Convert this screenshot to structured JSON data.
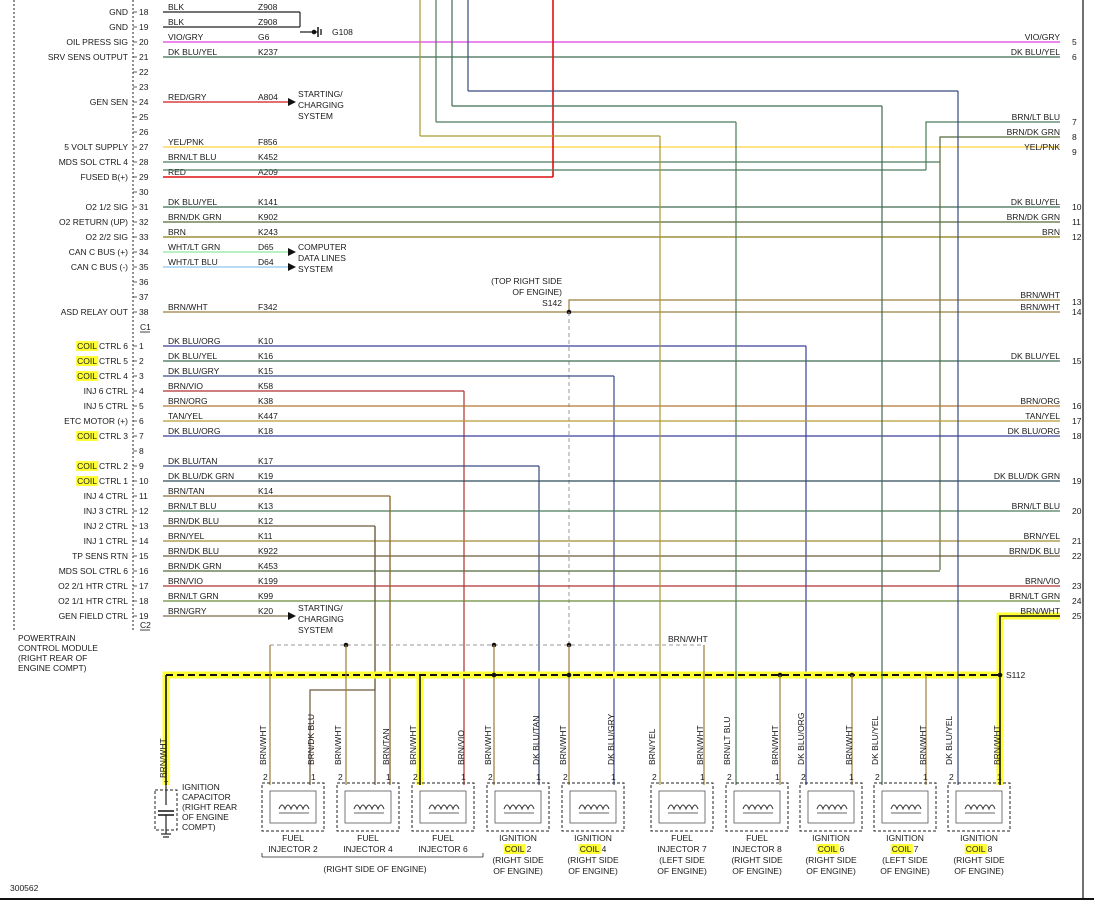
{
  "diagram_id": "300562",
  "module": {
    "name_lines": [
      "POWERTRAIN",
      "CONTROL MODULE",
      "(RIGHT REAR OF",
      "ENGINE COMPT)"
    ],
    "connectors": [
      "C1",
      "C2"
    ]
  },
  "pins_top": [
    {
      "num": "18",
      "func": "GND",
      "color": "BLK",
      "circuit": "Z908"
    },
    {
      "num": "19",
      "func": "GND",
      "color": "BLK",
      "circuit": "Z908"
    },
    {
      "num": "20",
      "func": "OIL PRESS SIG",
      "color": "VIO/GRY",
      "circuit": "G6",
      "rlabel": "VIO/GRY",
      "rnum": "5"
    },
    {
      "num": "21",
      "func": "SRV SENS OUTPUT",
      "color": "DK BLU/YEL",
      "circuit": "K237",
      "rlabel": "DK BLU/YEL",
      "rnum": "6"
    },
    {
      "num": "22",
      "func": "",
      "color": "",
      "circuit": ""
    },
    {
      "num": "23",
      "func": "",
      "color": "",
      "circuit": ""
    },
    {
      "num": "24",
      "func": "GEN SEN",
      "color": "RED/GRY",
      "circuit": "A804"
    },
    {
      "num": "25",
      "func": "",
      "color": "",
      "circuit": ""
    },
    {
      "num": "26",
      "func": "",
      "color": "",
      "circuit": ""
    },
    {
      "num": "27",
      "func": "5 VOLT SUPPLY",
      "color": "YEL/PNK",
      "circuit": "F856"
    },
    {
      "num": "28",
      "func": "MDS SOL CTRL 4",
      "color": "BRN/LT BLU",
      "circuit": "K452"
    },
    {
      "num": "29",
      "func": "FUSED B(+)",
      "color": "RED",
      "circuit": "A209"
    },
    {
      "num": "30",
      "func": "",
      "color": "",
      "circuit": ""
    },
    {
      "num": "31",
      "func": "O2 1/2 SIG",
      "color": "DK BLU/YEL",
      "circuit": "K141",
      "rlabel": "DK BLU/YEL",
      "rnum": "10"
    },
    {
      "num": "32",
      "func": "O2 RETURN (UP)",
      "color": "BRN/DK GRN",
      "circuit": "K902",
      "rlabel": "BRN/DK GRN",
      "rnum": "11"
    },
    {
      "num": "33",
      "func": "O2 2/2 SIG",
      "color": "BRN",
      "circuit": "K243",
      "rlabel": "BRN",
      "rnum": "12"
    },
    {
      "num": "34",
      "func": "CAN C BUS (+)",
      "color": "WHT/LT GRN",
      "circuit": "D65"
    },
    {
      "num": "35",
      "func": "CAN C BUS (-)",
      "color": "WHT/LT BLU",
      "circuit": "D64"
    },
    {
      "num": "36",
      "func": "",
      "color": "",
      "circuit": ""
    },
    {
      "num": "37",
      "func": "",
      "color": "",
      "circuit": ""
    },
    {
      "num": "38",
      "func": "ASD RELAY OUT",
      "color": "BRN/WHT",
      "circuit": "F342"
    }
  ],
  "pins_c2": [
    {
      "num": "1",
      "hl": "COIL",
      "func": "CTRL 6",
      "color": "DK BLU/ORG",
      "circuit": "K10"
    },
    {
      "num": "2",
      "hl": "COIL",
      "func": "CTRL 5",
      "color": "DK BLU/YEL",
      "circuit": "K16",
      "rlabel": "DK BLU/YEL",
      "rnum": "15"
    },
    {
      "num": "3",
      "hl": "COIL",
      "func": "CTRL 4",
      "color": "DK BLU/GRY",
      "circuit": "K15"
    },
    {
      "num": "4",
      "hl": "",
      "func": "INJ 6 CTRL",
      "color": "BRN/VIO",
      "circuit": "K58"
    },
    {
      "num": "5",
      "hl": "",
      "func": "INJ 5 CTRL",
      "color": "BRN/ORG",
      "circuit": "K38",
      "rlabel": "BRN/ORG",
      "rnum": "16"
    },
    {
      "num": "6",
      "hl": "",
      "func": "ETC MOTOR (+)",
      "color": "TAN/YEL",
      "circuit": "K447",
      "rlabel": "TAN/YEL",
      "rnum": "17"
    },
    {
      "num": "7",
      "hl": "COIL",
      "func": "CTRL 3",
      "color": "DK BLU/ORG",
      "circuit": "K18",
      "rlabel": "DK BLU/ORG",
      "rnum": "18"
    },
    {
      "num": "8",
      "hl": "",
      "func": "",
      "color": "",
      "circuit": ""
    },
    {
      "num": "9",
      "hl": "COIL",
      "func": "CTRL 2",
      "color": "DK BLU/TAN",
      "circuit": "K17"
    },
    {
      "num": "10",
      "hl": "COIL",
      "func": "CTRL 1",
      "color": "DK BLU/DK GRN",
      "circuit": "K19",
      "rlabel": "DK BLU/DK GRN",
      "rnum": "19"
    },
    {
      "num": "11",
      "hl": "",
      "func": "INJ 4 CTRL",
      "color": "BRN/TAN",
      "circuit": "K14"
    },
    {
      "num": "12",
      "hl": "",
      "func": "INJ 3 CTRL",
      "color": "BRN/LT BLU",
      "circuit": "K13",
      "rlabel": "BRN/LT BLU",
      "rnum": "20"
    },
    {
      "num": "13",
      "hl": "",
      "func": "INJ 2 CTRL",
      "color": "BRN/DK BLU",
      "circuit": "K12"
    },
    {
      "num": "14",
      "hl": "",
      "func": "INJ 1 CTRL",
      "color": "BRN/YEL",
      "circuit": "K11",
      "rlabel": "BRN/YEL",
      "rnum": "21"
    },
    {
      "num": "15",
      "hl": "",
      "func": "TP SENS RTN",
      "color": "BRN/DK BLU",
      "circuit": "K922",
      "rlabel": "BRN/DK BLU",
      "rnum": "22"
    },
    {
      "num": "16",
      "hl": "",
      "func": "MDS SOL CTRL 6",
      "color": "BRN/DK GRN",
      "circuit": "K453"
    },
    {
      "num": "17",
      "hl": "",
      "func": "O2 2/1 HTR CTRL",
      "color": "BRN/VIO",
      "circuit": "K199",
      "rlabel": "BRN/VIO",
      "rnum": "23"
    },
    {
      "num": "18",
      "hl": "",
      "func": "O2 1/1 HTR CTRL",
      "color": "BRN/LT GRN",
      "circuit": "K99",
      "rlabel": "BRN/LT GRN",
      "rnum": "24"
    },
    {
      "num": "19",
      "hl": "",
      "func": "GEN FIELD CTRL",
      "color": "BRN/GRY",
      "circuit": "K20"
    }
  ],
  "right_extra": [
    {
      "label": "BRN/LT BLU",
      "num": "7"
    },
    {
      "label": "BRN/DK GRN",
      "num": "8"
    },
    {
      "label": "YEL/PNK",
      "num": "9"
    },
    {
      "label": "BRN/WHT",
      "num": "13"
    },
    {
      "label": "BRN/WHT",
      "num": "14"
    },
    {
      "label": "BRN/WHT",
      "num": "25"
    }
  ],
  "refs": {
    "g108": "G108",
    "starting_top": [
      "STARTING/",
      "CHARGING",
      "SYSTEM"
    ],
    "computer": [
      "COMPUTER",
      "DATA LINES",
      "SYSTEM"
    ],
    "starting_bottom": [
      "STARTING/",
      "CHARGING",
      "SYSTEM"
    ],
    "s142": [
      "(TOP RIGHT SIDE",
      "OF ENGINE)",
      "S142"
    ],
    "s112": "S112",
    "splice_wire": "BRN/WHT"
  },
  "components": [
    {
      "labels": [
        "IGNITION",
        "CAPACITOR",
        "(RIGHT REAR",
        "OF ENGINE",
        "COMPT)"
      ],
      "wire": "BRN/WHT"
    },
    {
      "line1": "FUEL",
      "hl": "",
      "rest": "INJECTOR 2",
      "sub": [],
      "w2": "BRN/WHT",
      "w1": "BRN/DK BLU"
    },
    {
      "line1": "FUEL",
      "hl": "",
      "rest": "INJECTOR 4",
      "sub": [],
      "w2": "BRN/WHT",
      "w1": "BRN/TAN"
    },
    {
      "line1": "FUEL",
      "hl": "",
      "rest": "INJECTOR 6",
      "sub": [],
      "w2": "BRN/WHT",
      "w1": "BRN/VIO"
    },
    {
      "line1": "IGNITION",
      "hl": "COIL",
      "rest": "2",
      "sub": [
        "(RIGHT SIDE",
        "OF ENGINE)"
      ],
      "w2": "BRN/WHT",
      "w1": "DK BLU/TAN"
    },
    {
      "line1": "IGNITION",
      "hl": "COIL",
      "rest": "4",
      "sub": [
        "(RIGHT SIDE",
        "OF ENGINE)"
      ],
      "w2": "BRN/WHT",
      "w1": "DK BLU/GRY"
    },
    {
      "line1": "FUEL",
      "hl": "",
      "rest": "INJECTOR 7",
      "sub": [
        "(LEFT SIDE",
        "OF ENGINE)"
      ],
      "w2": "BRN/YEL",
      "w1": "BRN/WHT"
    },
    {
      "line1": "FUEL",
      "hl": "",
      "rest": "INJECTOR 8",
      "sub": [
        "(RIGHT SIDE",
        "OF ENGINE)"
      ],
      "w2": "BRN/LT BLU",
      "w1": "BRN/WHT"
    },
    {
      "line1": "IGNITION",
      "hl": "COIL",
      "rest": "6",
      "sub": [
        "(RIGHT SIDE",
        "OF ENGINE)"
      ],
      "w2": "DK BLU/ORG",
      "w1": "BRN/WHT"
    },
    {
      "line1": "IGNITION",
      "hl": "COIL",
      "rest": "7",
      "sub": [
        "(LEFT SIDE",
        "OF ENGINE)"
      ],
      "w2": "DK BLU/YEL",
      "w1": "BRN/WHT"
    },
    {
      "line1": "IGNITION",
      "hl": "COIL",
      "rest": "8",
      "sub": [
        "(RIGHT SIDE",
        "OF ENGINE)"
      ],
      "w2": "DK BLU/YEL",
      "w1": "BRN/WHT"
    }
  ],
  "group_label": "(RIGHT SIDE OF ENGINE)",
  "pin_marks": [
    "1",
    "2"
  ],
  "highlight_color": "#ffff33"
}
